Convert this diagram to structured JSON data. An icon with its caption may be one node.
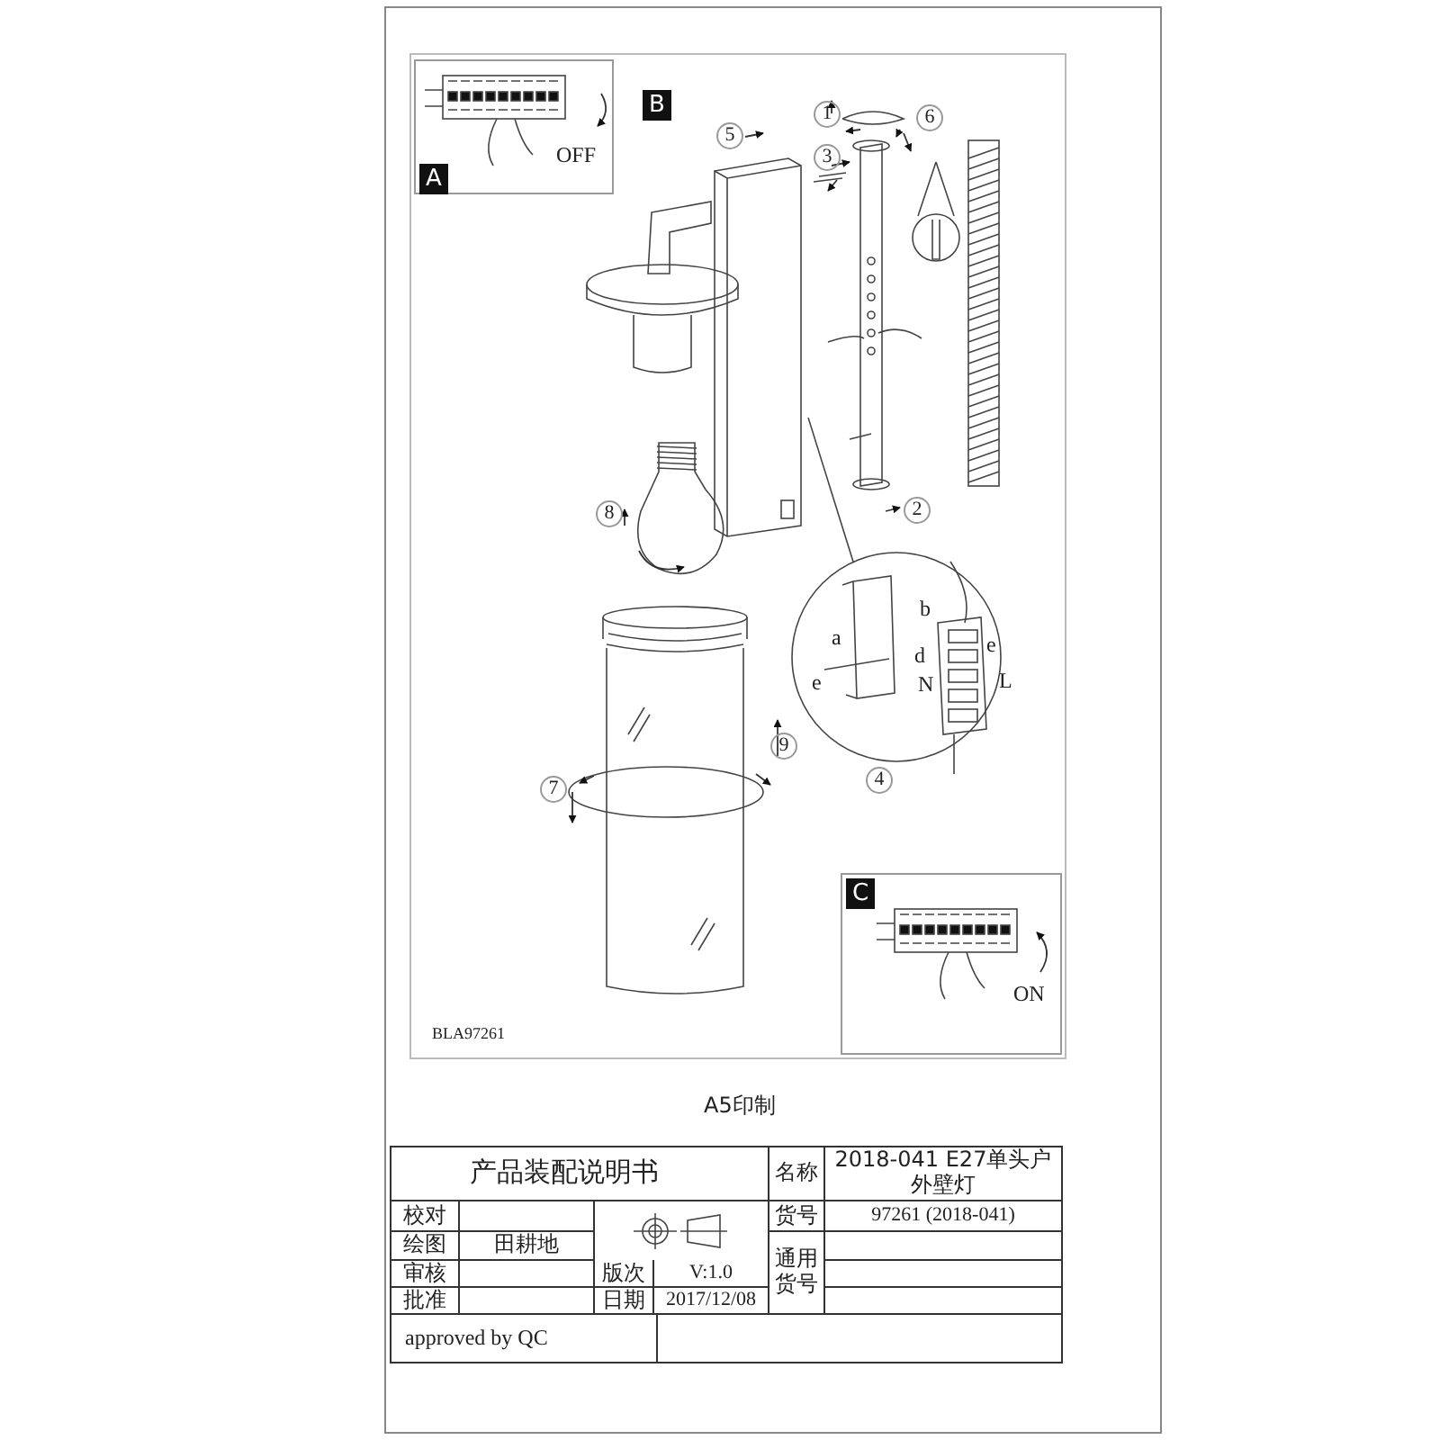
{
  "diagram": {
    "nodes": [
      {
        "text": [
          "A",
          "OFF"
        ]
      },
      {
        "text": [
          "C",
          "ON"
        ]
      }
    ],
    "labels": [
      "B",
      "5",
      "1",
      "6",
      "3",
      "8",
      "2",
      "a",
      "b",
      "d",
      "e",
      "N",
      "e",
      "L",
      "4",
      "7",
      "9",
      "BLA97261",
      "A5印制",
      "产品装配说明书",
      "名称",
      "2018-041 E27单头户外壁灯",
      "校对",
      "货号",
      "97261 (2018-041)",
      "绘图",
      "田耕地",
      "通用货号",
      "审核",
      "版次",
      "V:1.0",
      "批准",
      "日期",
      "2017/12/08",
      "approved by QC"
    ]
  }
}
